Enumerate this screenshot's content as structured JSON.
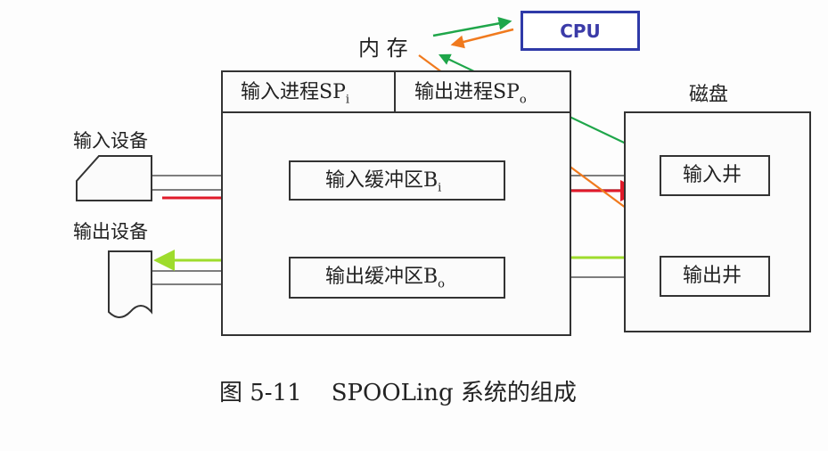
{
  "memory_label": "内 存",
  "cpu_label": "CPU",
  "disk_label": "磁盘",
  "input_process": {
    "text": "输入进程SP",
    "sub": "i"
  },
  "output_process": {
    "text": "输出进程SP",
    "sub": "o"
  },
  "input_buffer": {
    "text": "输入缓冲区B",
    "sub": "i"
  },
  "output_buffer": {
    "text": "输出缓冲区B",
    "sub": "o"
  },
  "input_device_label": "输入设备",
  "output_device_label": "输出设备",
  "input_well": "输入井",
  "output_well": "输出井",
  "caption": "图 5-11    SPOOLing 系统的组成",
  "colors": {
    "green": "#1fa64a",
    "orange": "#f07a1e",
    "red": "#e01a2a",
    "lime": "#9edc2c",
    "cpu_border": "#2f3aa8"
  }
}
